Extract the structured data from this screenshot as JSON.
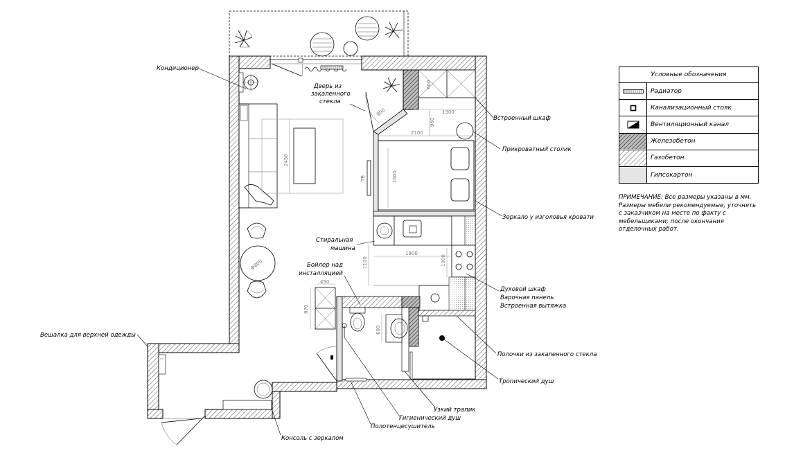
{
  "legend": {
    "title": "Условные обозначения",
    "items": [
      {
        "label": "Радиатор",
        "icon": "radiator-icon"
      },
      {
        "label": "Канализационный стояк",
        "icon": "sewer-riser-icon"
      },
      {
        "label": "Вентиляционный канал",
        "icon": "vent-duct-icon"
      },
      {
        "label": "Железобетон",
        "icon": "reinforced-concrete-hatch"
      },
      {
        "label": "Газобетон",
        "icon": "aerated-concrete-hatch"
      },
      {
        "label": "Гипсокартон",
        "icon": "drywall-hatch"
      }
    ]
  },
  "note": "ПРИМЕЧАНИЕ: Все размеры указаны в мм. Размеры мебели рекомендуемые, уточнять с заказчиком на месте по факту с мебельщиками; после окончания отделочных работ.",
  "labels": {
    "ac": "Кондиционер",
    "glass_door_1": "Дверь из",
    "glass_door_2": "закаленного",
    "glass_door_3": "стекла",
    "wardrobe": "Встроенный шкаф",
    "nightstand": "Прикроватный столик",
    "mirror": "Зеркало у изголовья кровати",
    "washer_1": "Стиральная",
    "washer_2": "машина",
    "boiler_1": "Бойлер над",
    "boiler_2": "инсталляцией",
    "oven_1": "Духовой шкаф",
    "oven_2": "Варочная панель",
    "oven_3": "Встроенная вытяжка",
    "coat_rack": "Вешалка для верхней одежды",
    "glass_shelves": "Полочки из закаленного стекла",
    "shower": "Тропический душ",
    "narrow_rack": "Узкий трапик",
    "hygienic_shower": "Гигиенический душ",
    "towel_dryer": "Полотенцесушитель",
    "console": "Консоль с зеркалом"
  },
  "dims": {
    "d600a": "600",
    "d900": "900",
    "d1300": "1300",
    "d960": "960",
    "d2100": "2100",
    "d2450": "2450",
    "d1600": "1600",
    "d1800": "1800",
    "d1100": "1100",
    "d1000": "1000",
    "d450": "450",
    "d870": "870",
    "d600b": "600",
    "d800": "Ф800",
    "tv": "ТВ"
  },
  "colors": {
    "line": "#000000",
    "dim": "#777777",
    "hatch": "#000000"
  }
}
